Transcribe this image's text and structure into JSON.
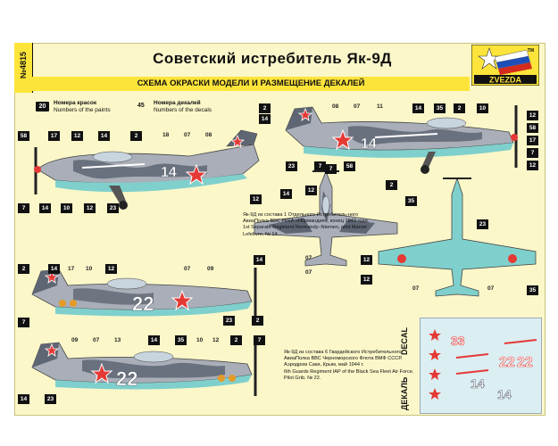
{
  "header": {
    "title": "Советский истребитель Як-9Д",
    "subtitle": "СХЕМА ОКРАСКИ МОДЕЛИ И РАЗМЕЩЕНИЕ ДЕКАЛЕЙ",
    "kit_number": "№4815",
    "brand": "ZVEZDA",
    "tm": "TM"
  },
  "legend": {
    "paint_chip": "20",
    "paint_ru": "Номера красок",
    "paint_en": "Numbers of the paints",
    "decal_chip": "45",
    "decal_ru": "Номера декалей",
    "decal_en": "Numbers of the decals"
  },
  "captions": {
    "scheme1_ru": "Як-9Д из состава 1 Отдельного Истребитель-ного АвиаПолка ВВС РККА «Нормандия», конец 1943 года.",
    "scheme1_en": "1st Separate Regiment Normandy–Niemen, pilot Marcel Lefebvre, № 14.",
    "scheme2_ru": "Як-9Д из состава 6 Гвардейского Истребительного АвиаПолка ВВС Черноморского Флота ВМФ СССР. Аэродром Саки, Крым, май 1944 г.",
    "scheme2_en": "6th Guards Regiment IAP of the Black Sea Fleet Air Force. Pilot Grib. № 22."
  },
  "decal_sheet": {
    "label_en": "DECAL",
    "label_ru": "ДЕКАЛЬ",
    "numbers": [
      "33",
      "22",
      "22",
      "14",
      "14"
    ]
  },
  "plane1": {
    "tail_digits": "14",
    "decal_callouts": [
      "18",
      "07",
      "08"
    ],
    "paint_callouts": [
      "58",
      "17",
      "12",
      "14",
      "2",
      "7",
      "14",
      "10",
      "12",
      "23"
    ]
  },
  "plane2": {
    "tail_digits": "22",
    "decal_callouts": [
      "07",
      "09"
    ],
    "paint_callouts": [
      "2",
      "14",
      "17",
      "10",
      "12",
      "7",
      "14",
      "23",
      "2"
    ]
  },
  "plane3": {
    "tail_digits": "22",
    "decal_callouts": [
      "09",
      "07",
      "13"
    ],
    "paint_callouts": [
      "14",
      "35",
      "10",
      "12",
      "2",
      "7",
      "14",
      "23"
    ]
  },
  "plane_right": {
    "tail_digits": "14",
    "decal_callouts": [
      "08",
      "07",
      "11"
    ],
    "paint_callouts": [
      "2",
      "14",
      "14",
      "35",
      "2",
      "10",
      "12",
      "58",
      "17",
      "7",
      "23",
      "7",
      "58",
      "12"
    ]
  },
  "top_view": {
    "callouts": [
      "7",
      "2",
      "14",
      "12",
      "12",
      "35",
      "12",
      "07",
      "07",
      "12"
    ]
  },
  "bottom_view": {
    "callouts": [
      "23",
      "12",
      "07",
      "07",
      "35"
    ]
  },
  "colors": {
    "sheet": "#fbf7c9",
    "accent_yellow": "#fde43a",
    "camo_grey_light": "#a9aeb8",
    "camo_grey_dark": "#5f6673",
    "belly_blue": "#7fd0cc",
    "star_red": "#e53935"
  }
}
